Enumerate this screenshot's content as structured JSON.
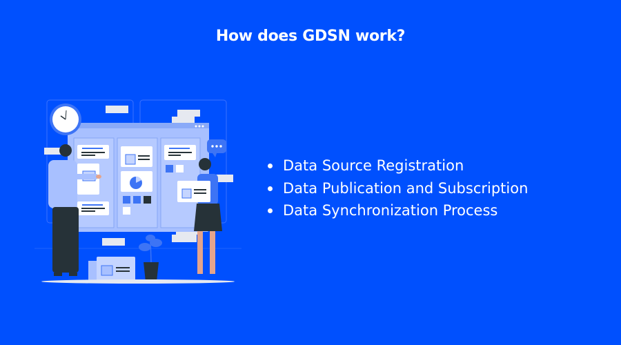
{
  "title": "How does GDSN work?",
  "bullets": [
    "Data Source Registration",
    "Data Publication and Subscription",
    "Data Synchronization Process"
  ],
  "colors": {
    "background": "#0050FE",
    "text": "#FFFFFF",
    "board": "#A8C0FF",
    "panel_light": "#C5D5FF",
    "card": "#FFFFFF",
    "accent": "#3D74F5",
    "dark": "#263238"
  },
  "illustration": {
    "description": "Two people at a kanban board with a clock, speech bubble, and potted plant",
    "icons": [
      "clock-icon",
      "speech-bubble-icon",
      "pie-chart-icon",
      "image-icon",
      "plant-icon"
    ]
  }
}
